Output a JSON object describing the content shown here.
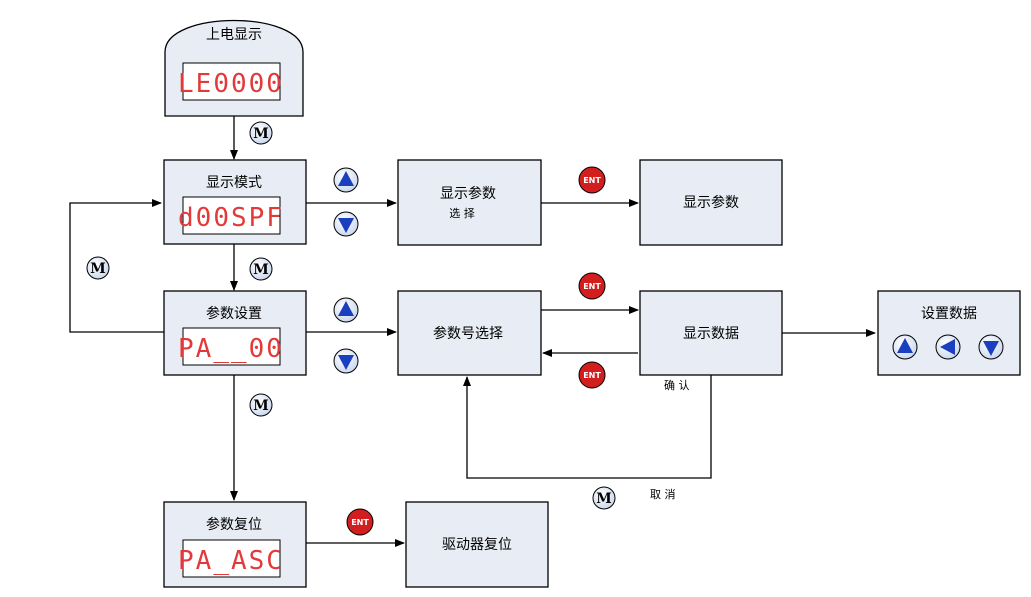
{
  "nodes": {
    "power_on": {
      "label": "上电显示",
      "display": "LE0000"
    },
    "display_mode": {
      "label": "显示模式",
      "display": "d00SPF"
    },
    "param_set": {
      "label": "参数设置",
      "display": "PA__00"
    },
    "param_reset": {
      "label": "参数复位",
      "display": "PA_ASC"
    },
    "display_param_select": {
      "line1": "显示参数",
      "line2": "选 择"
    },
    "display_param": {
      "label": "显示参数"
    },
    "param_no_select": {
      "label": "参数号选择"
    },
    "display_data": {
      "label": "显示数据"
    },
    "set_data": {
      "label": "设置数据"
    },
    "drive_reset": {
      "label": "驱动器复位"
    }
  },
  "keys": {
    "mode": "M",
    "enter": "ENT"
  },
  "edge_labels": {
    "confirm": "确 认",
    "cancel": "取 消"
  },
  "colors": {
    "box_fill": "#e8edf5",
    "display_text": "#e23a3a",
    "arrow_button": "#1a3fbf",
    "enter_button": "#d21e1e"
  }
}
